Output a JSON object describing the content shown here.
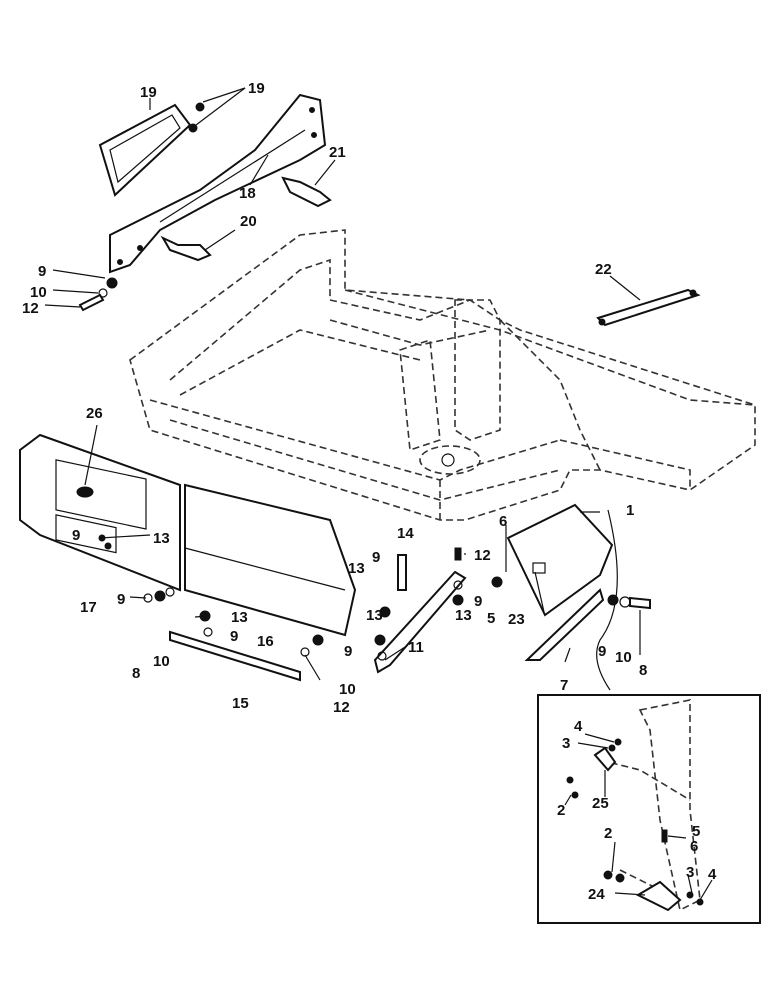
{
  "callouts": {
    "c1": "1",
    "c2a": "2",
    "c2b": "2",
    "c3a": "3",
    "c3b": "3",
    "c4a": "4",
    "c4b": "4",
    "c5a": "5",
    "c5b": "5",
    "c6a": "6",
    "c6b": "6",
    "c7": "7",
    "c8a": "8",
    "c8b": "8",
    "c9a": "9",
    "c9b": "9",
    "c9c": "9",
    "c9d": "9",
    "c9e": "9",
    "c9f": "9",
    "c9g": "9",
    "c9h": "9",
    "c10a": "10",
    "c10b": "10",
    "c10c": "10",
    "c10d": "10",
    "c11": "11",
    "c12a": "12",
    "c12b": "12",
    "c12c": "12",
    "c13a": "13",
    "c13b": "13",
    "c13c": "13",
    "c13d": "13",
    "c13e": "13",
    "c14": "14",
    "c15": "15",
    "c16": "16",
    "c17": "17",
    "c18": "18",
    "c19a": "19",
    "c19b": "19",
    "c20": "20",
    "c21": "21",
    "c22": "22",
    "c23": "23",
    "c24": "24",
    "c25": "25",
    "c26": "26"
  }
}
